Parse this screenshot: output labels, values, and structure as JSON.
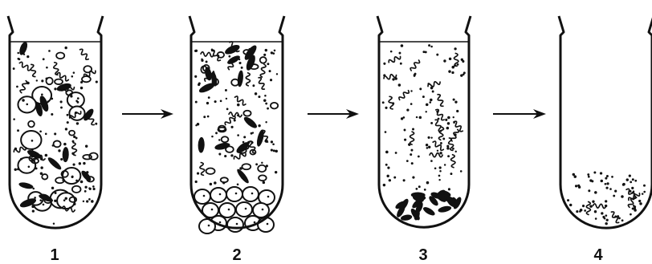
{
  "tubes": [
    {
      "label": "1",
      "contents": [
        "large-round-cells",
        "dark-oval-particles",
        "small-circles",
        "worm-fragments",
        "fine-dots"
      ],
      "pellet": "none"
    },
    {
      "label": "2",
      "contents": [
        "dark-oval-particles",
        "small-circles",
        "worm-fragments",
        "fine-dots"
      ],
      "pellet": "large-round-cells"
    },
    {
      "label": "3",
      "contents": [
        "worm-fragments",
        "fine-dots"
      ],
      "pellet": "dark-oval-particles"
    },
    {
      "label": "4",
      "contents": [],
      "pellet": "fine-dots-and-worm-fragments"
    }
  ],
  "arrows": [
    "arrow",
    "arrow",
    "arrow"
  ],
  "colors": {
    "ink": "#111111",
    "background": "#ffffff"
  }
}
